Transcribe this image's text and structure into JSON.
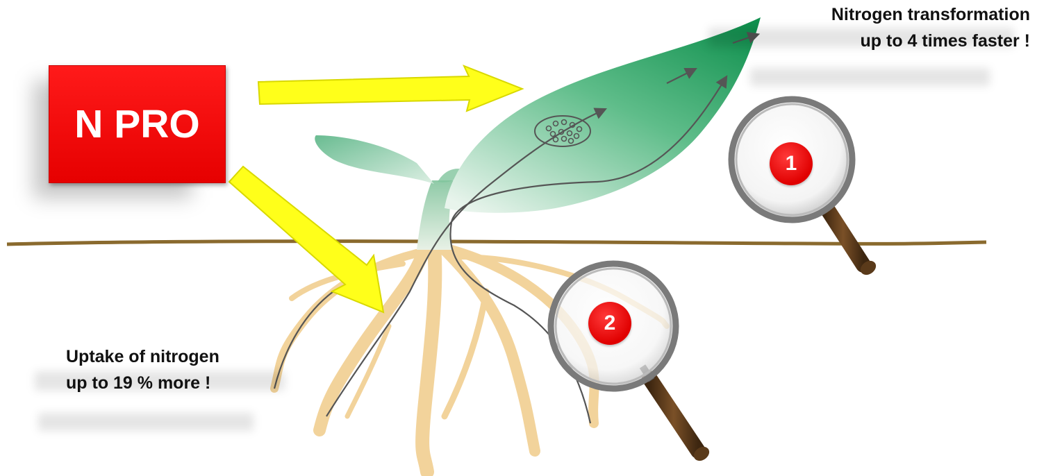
{
  "product": {
    "label": "N PRO"
  },
  "callout_top": {
    "line1": "Nitrogen transformation",
    "line2": "up to 4 times faster !"
  },
  "callout_bottom": {
    "line1": "Uptake of nitrogen",
    "line2": "up to 19 % more !"
  },
  "markers": [
    {
      "label": "1"
    },
    {
      "label": "2"
    }
  ],
  "colors": {
    "accent_red": "#e60000",
    "arrow_yellow": "#ffff00",
    "leaf_green": "#1f9a5a",
    "root_tan": "#f2d39b",
    "soil_line": "#8a6a2e",
    "magnifier_handle": "#5a3a1a"
  },
  "icons": [
    "magnifier-icon",
    "arrow-right-icon",
    "arrow-down-right-icon",
    "plant-illustration"
  ]
}
